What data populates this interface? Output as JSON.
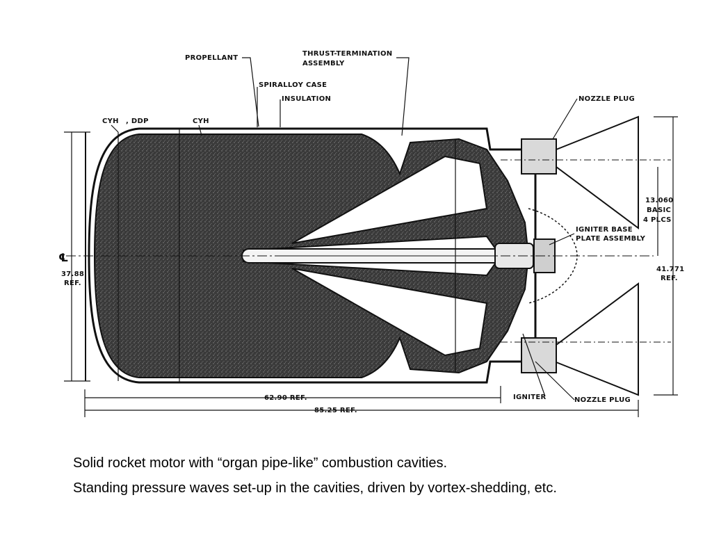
{
  "diagram": {
    "labels": {
      "propellant": "PROPELLANT",
      "thrust_termination_1": "THRUST-TERMINATION",
      "thrust_termination_2": "ASSEMBLY",
      "spiralloy_case": "SPIRALLOY CASE",
      "insulation": "INSULATION",
      "nozzle_plug_top": "NOZZLE PLUG",
      "cyh_left": "CYH",
      "ddp": ", DDP",
      "cyh_right": "CYH",
      "dim_13060": "13.060",
      "basic": "BASIC",
      "plcs": "4 PLCS",
      "igniter_base_1": "IGNITER BASE",
      "igniter_base_2": "PLATE ASSEMBLY",
      "centerline": "℄",
      "dim_3788": "37.88",
      "ref_left": "REF.",
      "dim_41771": "41.771",
      "ref_right": "REF.",
      "igniter": "IGNITER",
      "nozzle_plug_bottom": "NOZZLE PLUG",
      "dim_6290": "62.90 REF.",
      "dim_8525": "85.25 REF."
    }
  },
  "caption": {
    "line1": "Solid rocket motor with “organ pipe-like” combustion cavities.",
    "line2": "Standing pressure waves set-up in the cavities, driven by vortex-shedding, etc."
  }
}
